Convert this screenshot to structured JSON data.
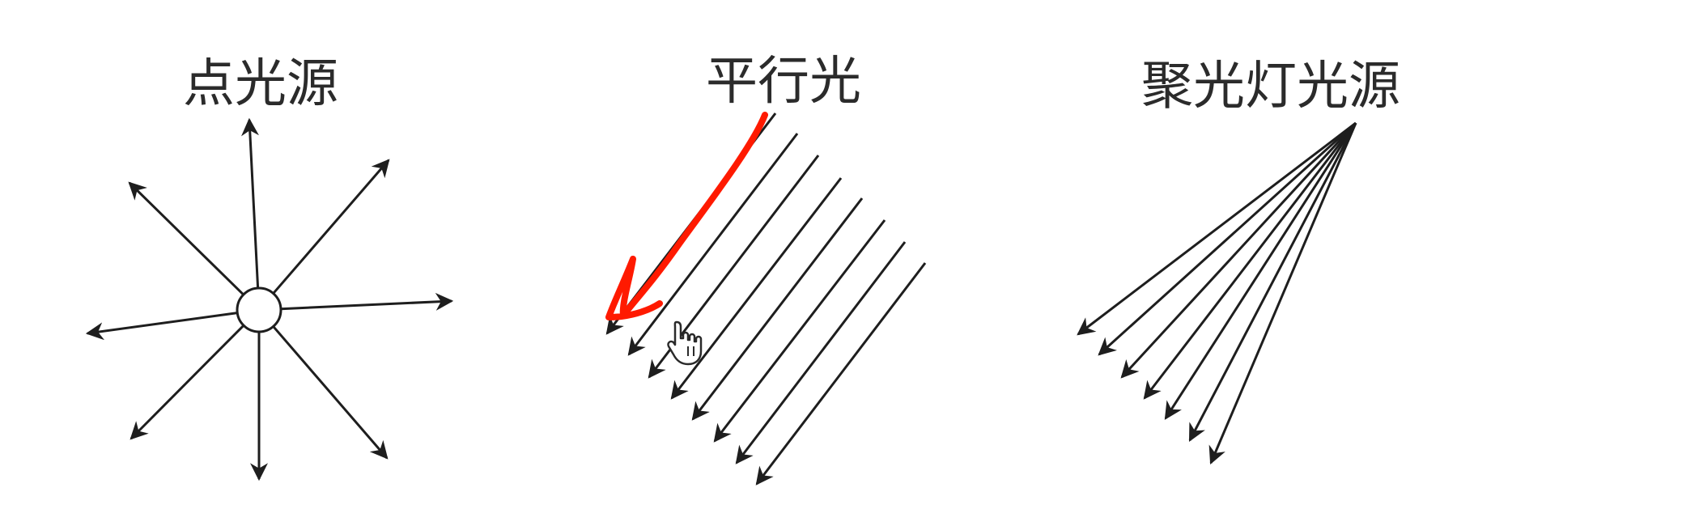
{
  "panels": [
    {
      "id": "point",
      "title": "点光源"
    },
    {
      "id": "parallel",
      "title": "平行光"
    },
    {
      "id": "spot",
      "title": "聚光灯光源"
    }
  ],
  "colors": {
    "line": "#1e1e1e",
    "annotation": "#ff1a00",
    "background": "#ffffff"
  },
  "icons": {
    "cursor": "hand-pointer-icon"
  }
}
